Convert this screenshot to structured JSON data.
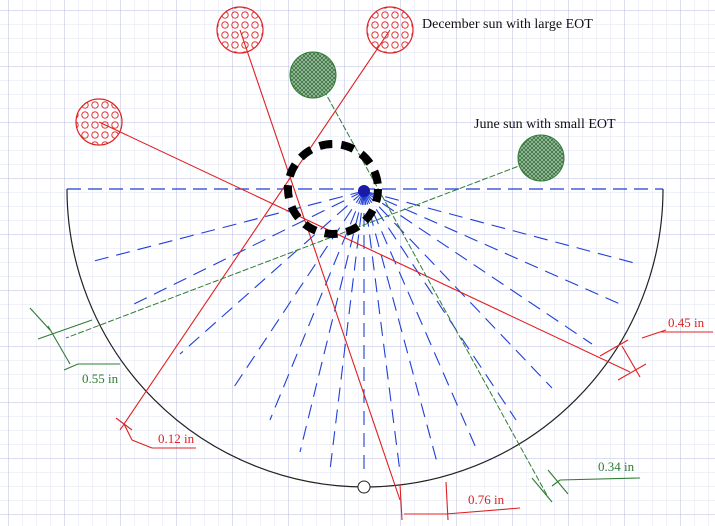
{
  "captions": {
    "december": "December sun with large EOT",
    "june": "June sun with small EOT"
  },
  "dimensions": {
    "d045": "0.45 in",
    "d055": "0.55 in",
    "d012": "0.12 in",
    "d076": "0.76 in",
    "d034": "0.34 in"
  },
  "colors": {
    "grid": "#c9cbe6",
    "dial_arc": "#222222",
    "hour_lines": "#1f3fd6",
    "december_rays": "#e02020",
    "june_rays": "#2e7d32",
    "june_sun_fill": "#4f8a55",
    "gnomon_dashes": "#000000"
  },
  "icons": {
    "december_suns": "red-patterned-sun-icon",
    "june_suns": "green-hatched-sun-icon",
    "gnomon": "dashed-gnomon-circle-icon",
    "center": "blue-dot-icon",
    "nadir": "small-circle-marker-icon"
  }
}
